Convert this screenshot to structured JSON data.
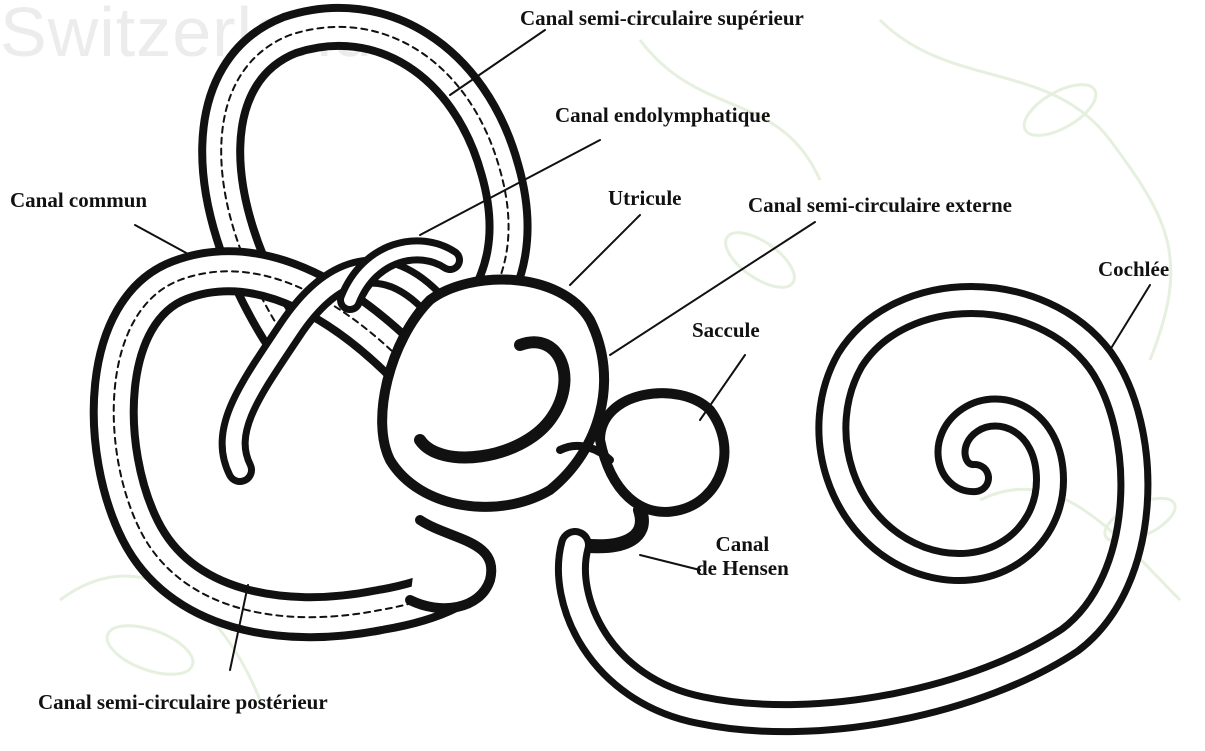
{
  "watermark": "Switzerland",
  "labels": {
    "canal_superieur": "Canal semi-circulaire supérieur",
    "canal_endolymphatique": "Canal endolymphatique",
    "canal_commun": "Canal commun",
    "utricule": "Utricule",
    "canal_externe": "Canal semi-circulaire externe",
    "cochlee": "Cochlée",
    "saccule": "Saccule",
    "canal_hensen_line1": "Canal",
    "canal_hensen_line2": "de Hensen",
    "canal_posterieur": "Canal semi-circulaire postérieur"
  },
  "colors": {
    "ink": "#111111",
    "background_leaf": "#e6f0df",
    "watermark": "#ececec"
  }
}
